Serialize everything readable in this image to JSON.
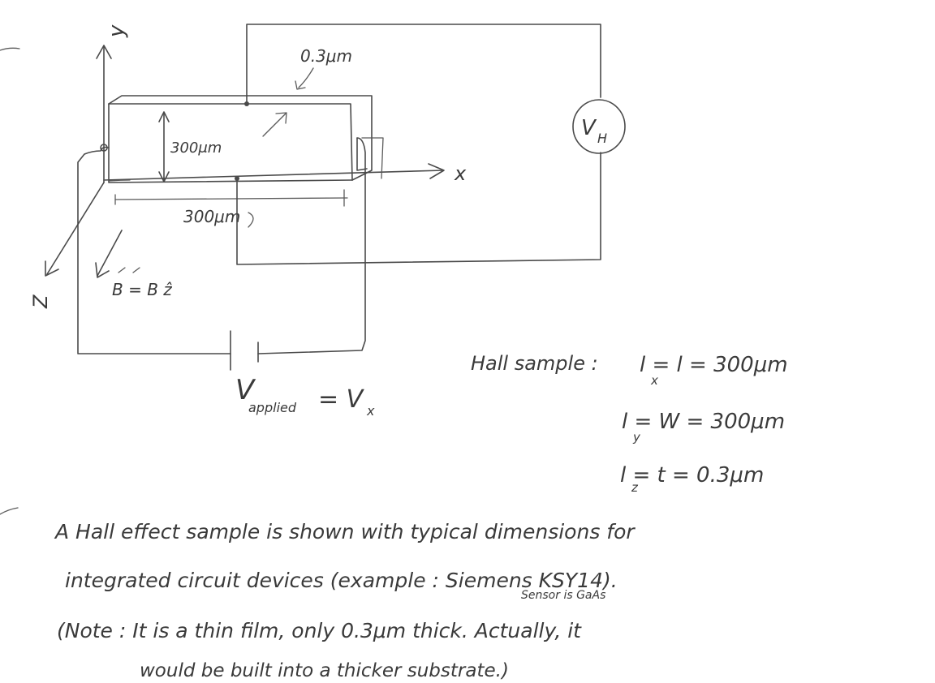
{
  "axes": {
    "y": "y",
    "x": "x",
    "z": "Z"
  },
  "dimensions": {
    "thickness": "0.3μm",
    "height": "300μm",
    "length": "300μm"
  },
  "field": {
    "label": "B = B ẑ"
  },
  "voltmeter": {
    "symbol": "V",
    "subscript": "H"
  },
  "applied": {
    "symbol": "V",
    "subscript": "applied",
    "equals": "= V",
    "rhs_subscript": "x"
  },
  "hall_sample": {
    "heading": "Hall sample :",
    "lines": [
      "l  = l = 300μm",
      "l  = W = 300μm",
      "l  = t = 0.3μm"
    ],
    "subscripts": [
      "x",
      "y",
      "z"
    ]
  },
  "notes": {
    "line1": "A Hall effect sample is shown with typical dimensions for",
    "line2": "integrated circuit devices (example : Siemens KSY14).",
    "sensor": "Sensor is GaAs",
    "line3": "(Note : It is a thin film, only 0.3μm thick. Actually, it",
    "line4": "would be built into a thicker substrate.)"
  }
}
